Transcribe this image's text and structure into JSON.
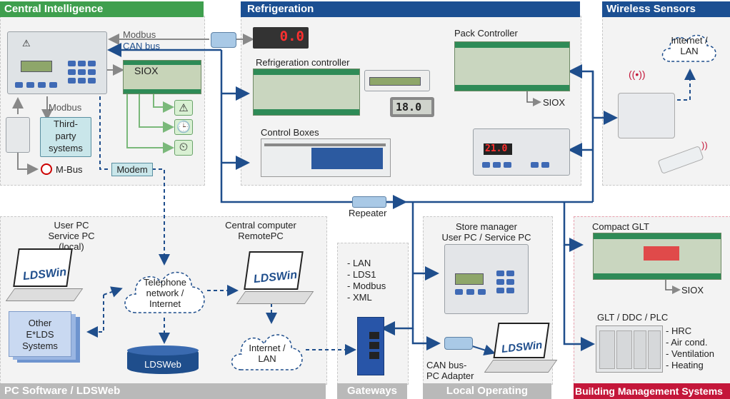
{
  "sections": {
    "central_intelligence": "Central Intelligence",
    "refrigeration": "Refrigeration",
    "wireless_sensors": "Wireless Sensors",
    "pc_software": "PC Software / LDSWeb",
    "gateways": "Gateways",
    "local_operating": "Local Operating",
    "building_management": "Building Management Systems"
  },
  "central": {
    "modbus_top": "Modbus",
    "can_bus": "CAN bus",
    "siox": "SIOX",
    "modbus_left": "Modbus",
    "third_party": "Third-\nparty\nsystems",
    "mbus": "M-Bus",
    "modem": "Modem"
  },
  "refrigeration": {
    "display_value": "0.0",
    "controller_label": "Refrigeration controller",
    "small_display_value": "18.0",
    "control_boxes": "Control Boxes",
    "pack_controller": "Pack Controller",
    "pack_siox": "SIOX",
    "panel_value": "21.0"
  },
  "wireless": {
    "internet_lan": "Internet /\nLAN"
  },
  "repeater": "Repeater",
  "pc": {
    "user_pc": "User PC\nService PC\n(local)",
    "central_computer": "Central computer\nRemotePC",
    "ldswin": "LDSWin",
    "telephone": "Telephone\nnetwork /\nInternet",
    "other_lds": "Other\nE*LDS\nSystems",
    "ldsweb": "LDSWeb",
    "internet_lan": "Internet /\nLAN"
  },
  "gateways": {
    "protocols": [
      "- LAN",
      "- LDS1",
      "- Modbus",
      "- XML"
    ]
  },
  "local": {
    "store_manager": "Store manager\nUser PC / Service PC",
    "can_adapter": "CAN bus-\nPC Adapter",
    "ldswin": "LDSWin"
  },
  "bms": {
    "compact_glt": "Compact GLT",
    "siox": "SIOX",
    "glt": "GLT / DDC / PLC",
    "items": [
      "- HRC",
      "- Air cond.",
      "- Ventilation",
      "- Heating"
    ]
  },
  "colors": {
    "green": "#3f9f4e",
    "blue": "#1b4f92",
    "red": "#c4173a",
    "gray_band": "#b9b9b9",
    "arrow_blue": "#1f4e8c",
    "arrow_gray": "#888888",
    "arrow_green": "#7ab87a"
  }
}
